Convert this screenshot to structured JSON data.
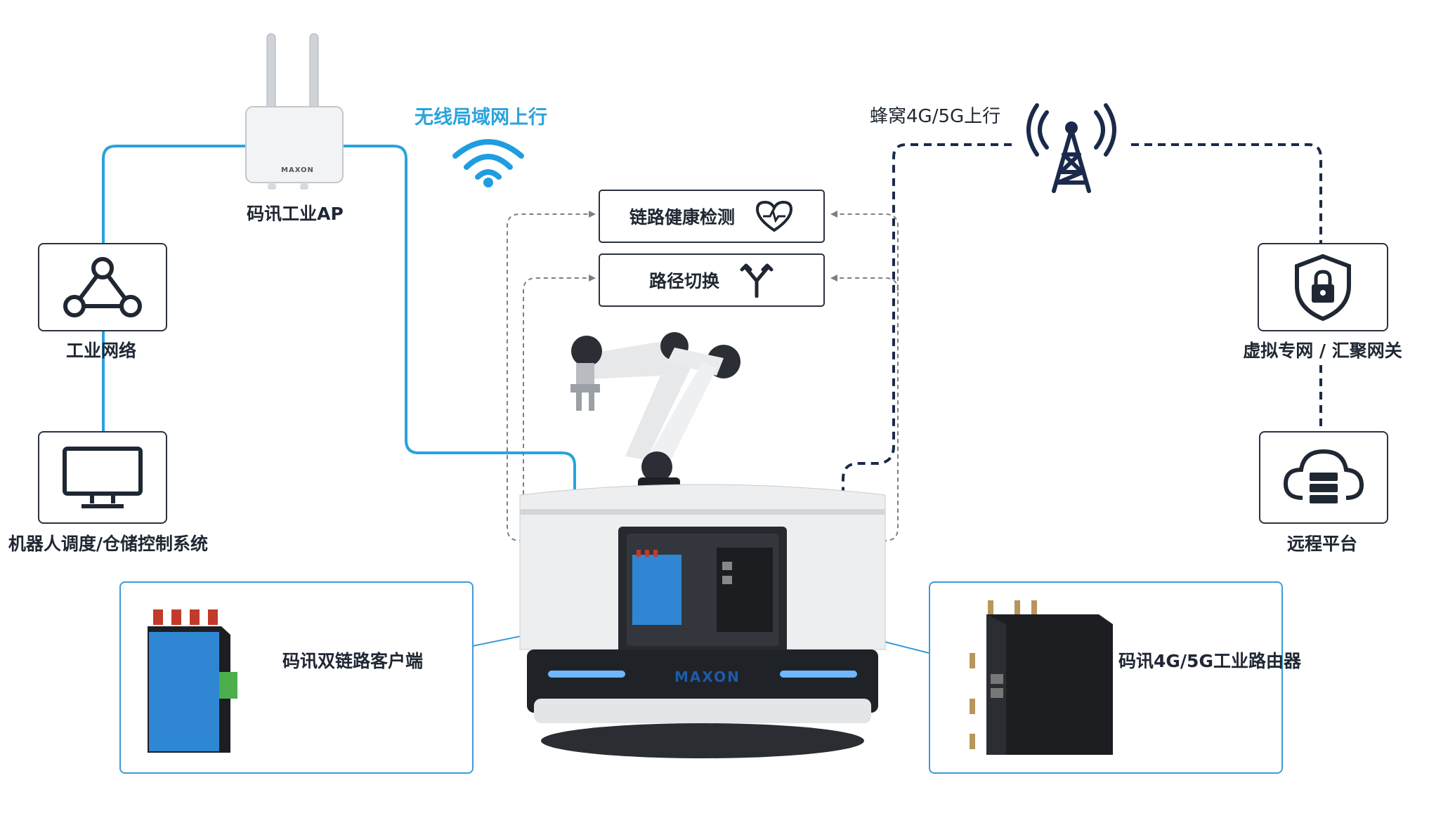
{
  "nodes": {
    "ap": {
      "label": "码讯工业AP",
      "brand": "MAXON"
    },
    "wlan": {
      "label": "无线局域网上行"
    },
    "cellular": {
      "label": "蜂窝4G/5G上行"
    },
    "industrial_network": {
      "label": "工业网络"
    },
    "robot_system": {
      "label": "机器人调度/仓储控制系统"
    },
    "vpn_gateway": {
      "label": "虚拟专网 / 汇聚网关"
    },
    "remote_platform": {
      "label": "远程平台"
    }
  },
  "functions": {
    "health_check": {
      "label": "链路健康检测"
    },
    "path_switch": {
      "label": "路径切换"
    }
  },
  "products": {
    "dual_link_client": {
      "label": "码讯双链路客户端"
    },
    "router": {
      "label": "码讯4G/5G工业路由器"
    }
  },
  "robot": {
    "brand": "MAXON"
  },
  "colors": {
    "blue_line": "#2aa3dc",
    "dark_line": "#1b2a4a",
    "box_border": "#2a3240",
    "product_border": "#3d9bd8",
    "wifi": "#1e9ee0"
  },
  "icons": {
    "industrial_network": "network-triangle-icon",
    "robot_system": "monitor-icon",
    "vpn_gateway": "shield-lock-icon",
    "remote_platform": "cloud-server-icon",
    "health_check": "heart-pulse-icon",
    "path_switch": "fork-arrow-icon",
    "wifi": "wifi-icon",
    "tower": "cell-tower-icon"
  }
}
